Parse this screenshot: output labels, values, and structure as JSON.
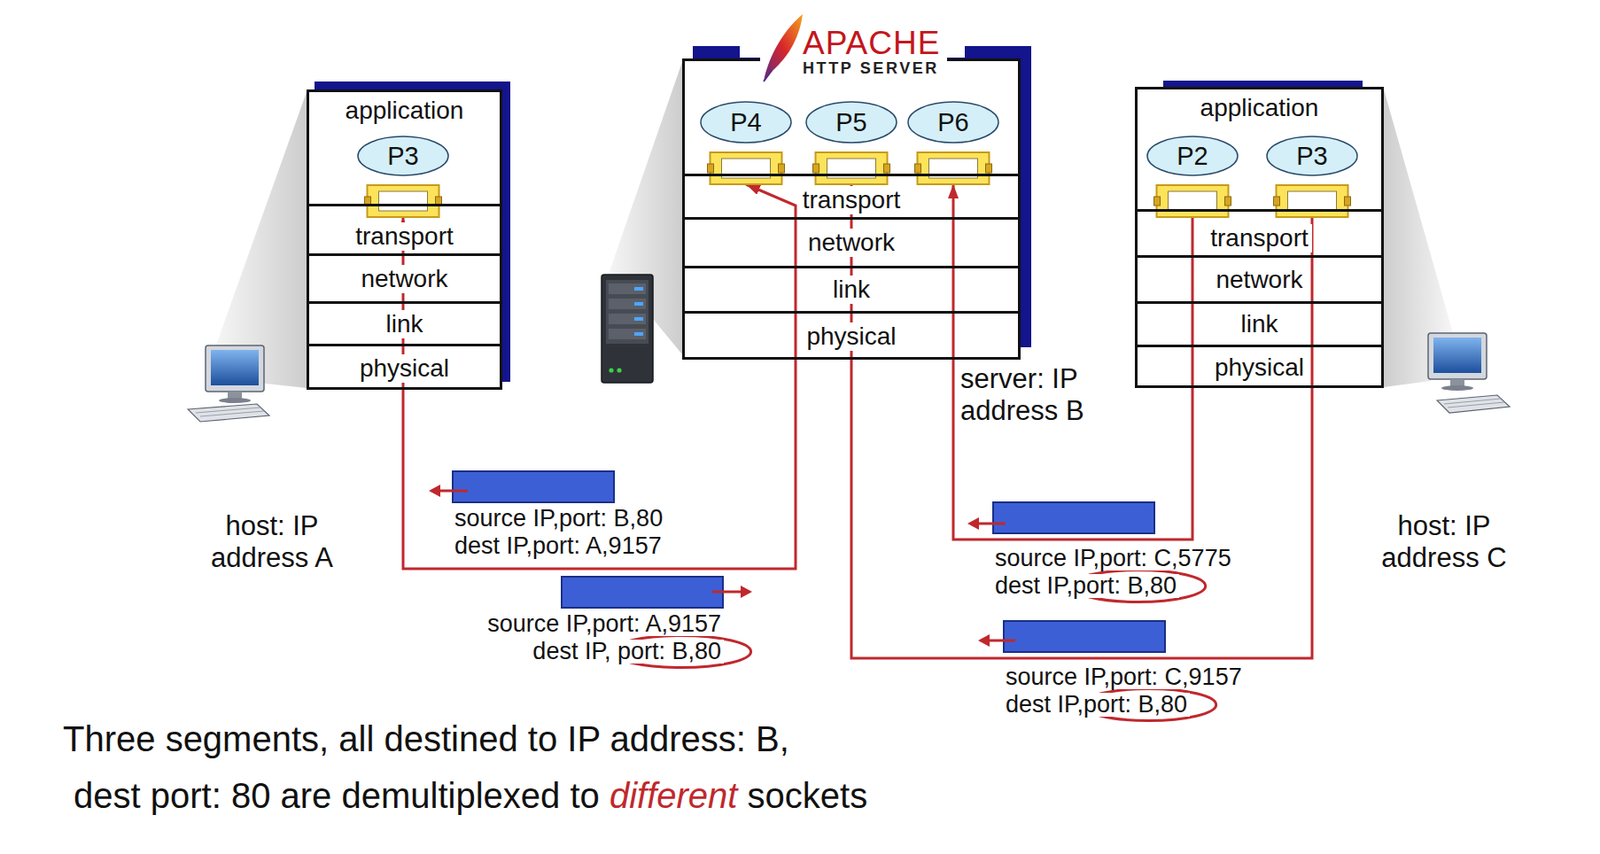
{
  "diagram": {
    "caption": "Three segments, all destined to IP address: B, dest port: 80 are demultiplexed to different sockets",
    "nodes": [
      {
        "text": [
          "host: IP address A"
        ]
      },
      {
        "text": [
          "application"
        ],
        "in": 0
      },
      {
        "text": [
          "P3"
        ],
        "in": 1
      },
      {
        "text": [
          "transport"
        ],
        "in": 0
      },
      {
        "text": [
          "network"
        ],
        "in": 0
      },
      {
        "text": [
          "link"
        ],
        "in": 0
      },
      {
        "text": [
          "physical"
        ],
        "in": 0
      },
      {
        "text": [
          "server: IP address B"
        ]
      },
      {
        "text": [
          "P4"
        ],
        "in": 7
      },
      {
        "text": [
          "P5"
        ],
        "in": 7
      },
      {
        "text": [
          "P6"
        ],
        "in": 7
      },
      {
        "text": [
          "transport"
        ],
        "in": 7
      },
      {
        "text": [
          "network"
        ],
        "in": 7
      },
      {
        "text": [
          "link"
        ],
        "in": 7
      },
      {
        "text": [
          "physical"
        ],
        "in": 7
      },
      {
        "text": [
          "host: IP address C"
        ]
      },
      {
        "text": [
          "application"
        ],
        "in": 15
      },
      {
        "text": [
          "P2"
        ],
        "in": 16
      },
      {
        "text": [
          "P3"
        ],
        "in": 16
      },
      {
        "text": [
          "transport"
        ],
        "in": 15
      },
      {
        "text": [
          "network"
        ],
        "in": 15
      },
      {
        "text": [
          "link"
        ],
        "in": 15
      },
      {
        "text": [
          "physical"
        ],
        "in": 15
      },
      {
        "text": [
          "source IP,port: B,80",
          "dest IP,port: A,9157"
        ]
      },
      {
        "text": [
          "source IP,port: A,9157",
          "dest IP, port: B,80"
        ]
      },
      {
        "text": [
          "source IP,port: C,5775",
          "dest IP,port: B,80"
        ]
      },
      {
        "text": [
          "source IP,port: C,9157",
          "dest IP,port: B,80"
        ]
      }
    ],
    "edges": [
      {
        "from": 2,
        "to": 8,
        "arrow": "both"
      },
      {
        "from": 17,
        "to": 10,
        "arrow": "to"
      },
      {
        "from": 18,
        "to": 9,
        "arrow": "to"
      }
    ],
    "labels": [
      "APACHE",
      "HTTP SERVER"
    ]
  }
}
